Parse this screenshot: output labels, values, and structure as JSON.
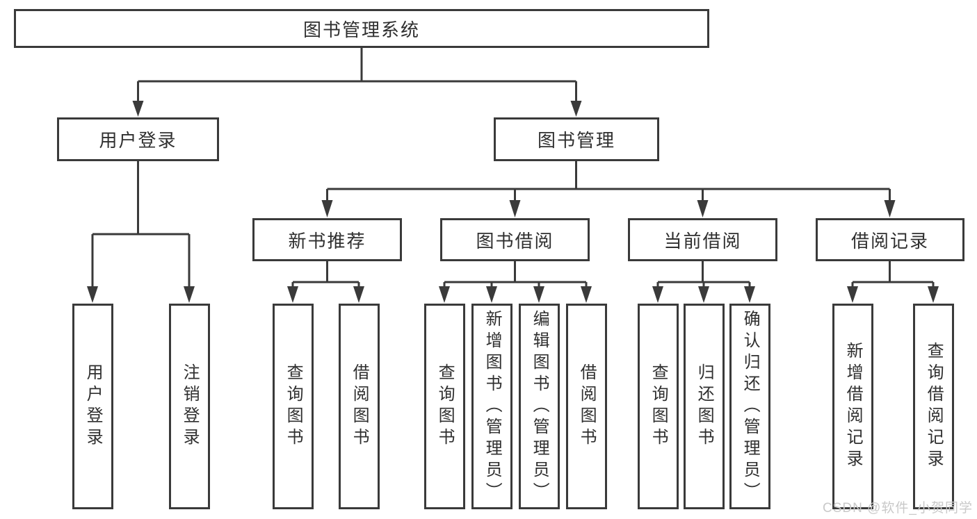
{
  "tree": {
    "label": "图书管理系统",
    "children": [
      {
        "label": "用户登录",
        "children": [
          {
            "label": "用户登录"
          },
          {
            "label": "注销登录"
          }
        ]
      },
      {
        "label": "图书管理",
        "children": [
          {
            "label": "新书推荐",
            "children": [
              {
                "label": "查询图书"
              },
              {
                "label": "借阅图书"
              }
            ]
          },
          {
            "label": "图书借阅",
            "children": [
              {
                "label": "查询图书"
              },
              {
                "label": "新增图书（管理员）"
              },
              {
                "label": "编辑图书（管理员）"
              },
              {
                "label": "借阅图书"
              }
            ]
          },
          {
            "label": "当前借阅",
            "children": [
              {
                "label": "查询图书"
              },
              {
                "label": "归还图书"
              },
              {
                "label": "确认归还（管理员）"
              }
            ]
          },
          {
            "label": "借阅记录",
            "children": [
              {
                "label": "新增借阅记录"
              },
              {
                "label": "查询借阅记录"
              }
            ]
          }
        ]
      }
    ]
  },
  "watermark": {
    "text": "CSDN @软件_小贺同学"
  },
  "colors": {
    "line": "#3a3a3a",
    "box_border": "#3a3a3a",
    "text": "#2f2f2f",
    "background": "#ffffff",
    "watermark": "#c9c9c9"
  }
}
